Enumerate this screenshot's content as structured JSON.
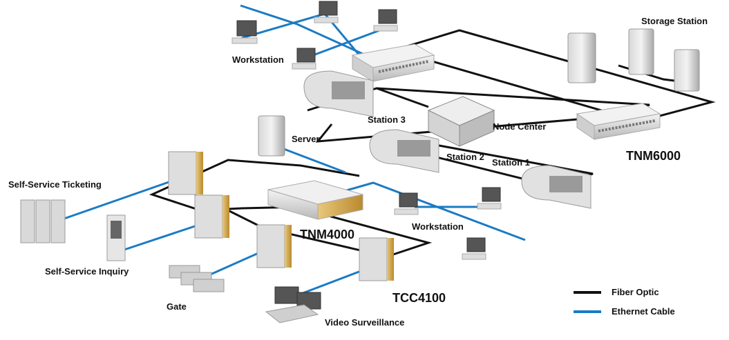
{
  "labels": {
    "storage_station": "Storage Station",
    "workstation_top": "Workstation",
    "station3": "Station 3",
    "node_center": "Node Center",
    "server": "Server",
    "station2": "Station 2",
    "station1": "Station 1",
    "tnm6000": "TNM6000",
    "self_service_ticketing": "Self-Service Ticketing",
    "tnm4000": "TNM4000",
    "workstation_mid": "Workstation",
    "self_service_inquiry": "Self-Service Inquiry",
    "gate": "Gate",
    "tcc4100": "TCC4100",
    "video_surveillance": "Video Surveillance"
  },
  "legend": {
    "fiber_label": "Fiber Optic",
    "ethernet_label": "Ethernet Cable"
  },
  "colors": {
    "fiber": "#111111",
    "ethernet": "#1a7bc4"
  }
}
